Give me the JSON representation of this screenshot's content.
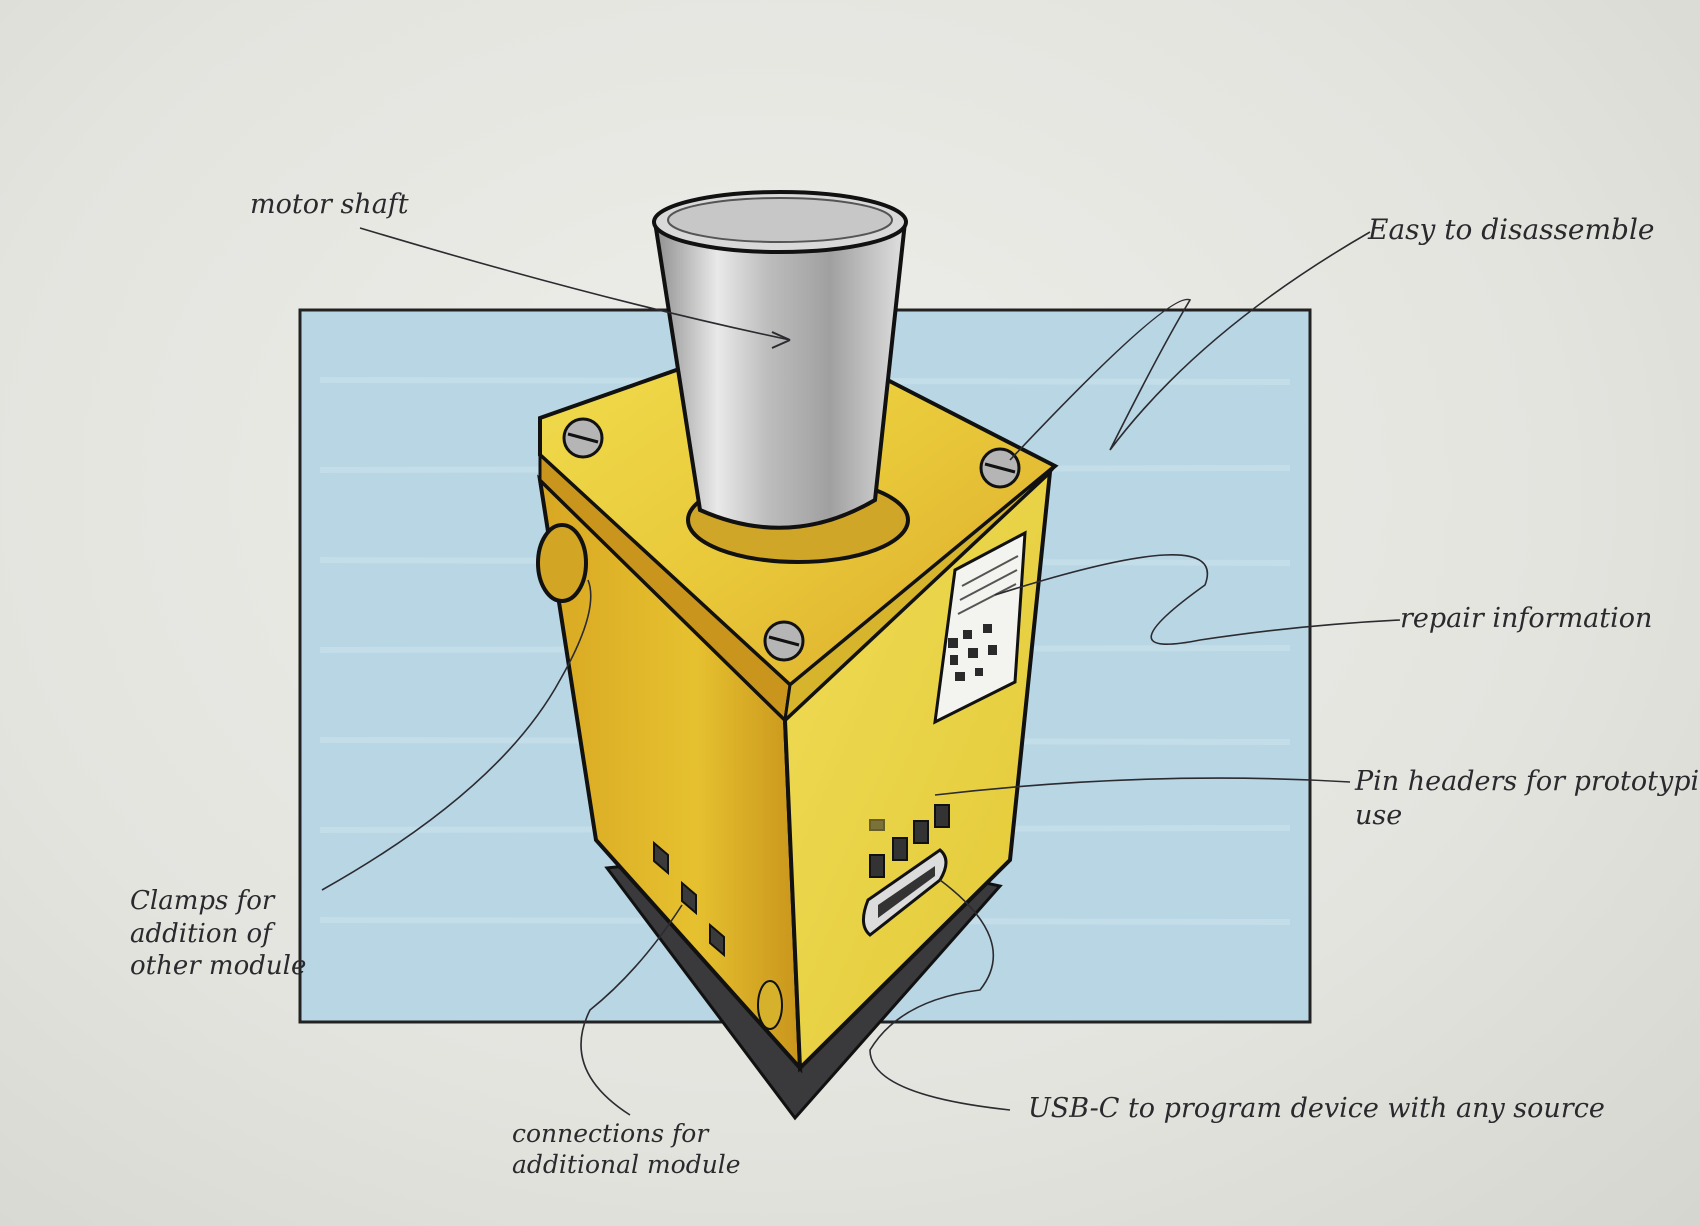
{
  "annotations": {
    "motor_shaft": "motor shaft",
    "easy_disassemble": "Easy to disassemble",
    "repair_info": "repair information",
    "pin_headers_line1": "Pin headers for prototyping",
    "pin_headers_line2": "use",
    "clamps_line1": "Clamps for",
    "clamps_line2": "addition of",
    "clamps_line3": "other module",
    "connections_line1": "connections for",
    "connections_line2": "additional module",
    "usb_c": "USB-C  to program device with any source"
  },
  "colors": {
    "paper": "#e6e6e2",
    "backdrop_blue": "#b9d6e4",
    "body_yellow": "#e8cf3a",
    "body_shadow": "#c99a1c",
    "shaft_silver": "#c4c4c4",
    "base_dark": "#3a3a3c",
    "ink": "#1f1f22"
  }
}
